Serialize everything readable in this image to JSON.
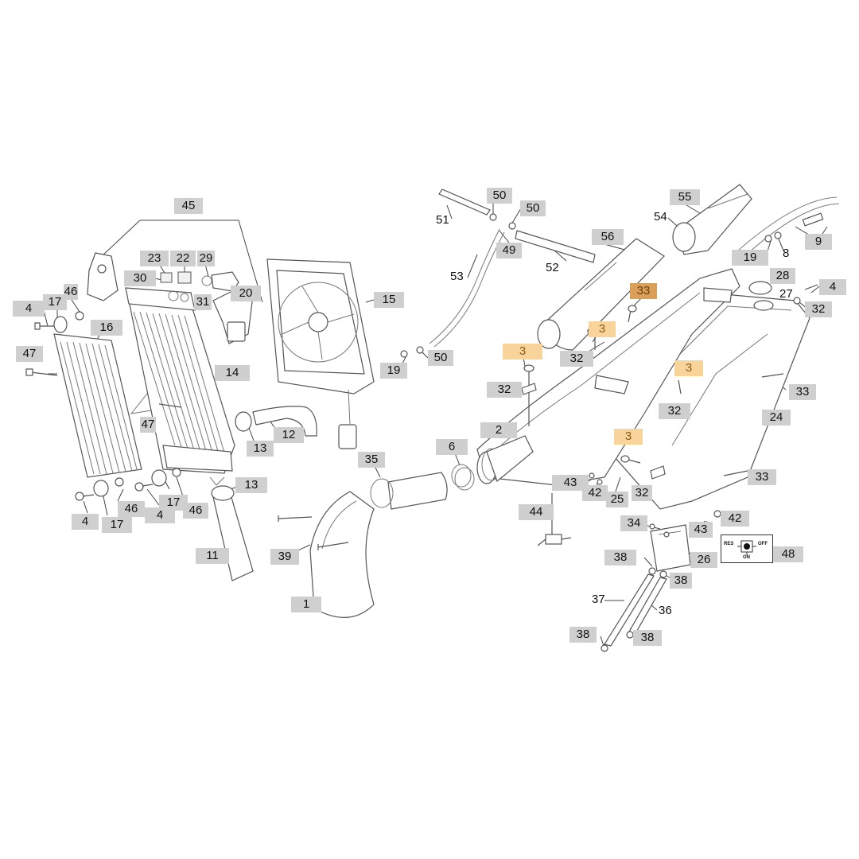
{
  "callouts": [
    {
      "id": "45",
      "text": "45"
    },
    {
      "id": "23",
      "text": "23"
    },
    {
      "id": "22",
      "text": "22"
    },
    {
      "id": "29",
      "text": "29"
    },
    {
      "id": "30",
      "text": "30"
    },
    {
      "id": "31",
      "text": "31"
    },
    {
      "id": "20",
      "text": "20"
    },
    {
      "id": "46a",
      "text": "46"
    },
    {
      "id": "4a",
      "text": "4"
    },
    {
      "id": "17a",
      "text": "17"
    },
    {
      "id": "16",
      "text": "16"
    },
    {
      "id": "47a",
      "text": "47"
    },
    {
      "id": "47b",
      "text": "47"
    },
    {
      "id": "14",
      "text": "14"
    },
    {
      "id": "15",
      "text": "15"
    },
    {
      "id": "12",
      "text": "12"
    },
    {
      "id": "13a",
      "text": "13"
    },
    {
      "id": "13b",
      "text": "13"
    },
    {
      "id": "4b",
      "text": "4"
    },
    {
      "id": "17b",
      "text": "17"
    },
    {
      "id": "46b",
      "text": "46"
    },
    {
      "id": "17c",
      "text": "17"
    },
    {
      "id": "4c",
      "text": "4"
    },
    {
      "id": "46c",
      "text": "46"
    },
    {
      "id": "11",
      "text": "11"
    },
    {
      "id": "35",
      "text": "35"
    },
    {
      "id": "39",
      "text": "39"
    },
    {
      "id": "1",
      "text": "1"
    },
    {
      "id": "50a",
      "text": "50"
    },
    {
      "id": "50b",
      "text": "50"
    },
    {
      "id": "49",
      "text": "49"
    },
    {
      "id": "52",
      "text": "52"
    },
    {
      "id": "50c",
      "text": "50"
    },
    {
      "id": "19a",
      "text": "19"
    },
    {
      "id": "56",
      "text": "56"
    },
    {
      "id": "55",
      "text": "55"
    },
    {
      "id": "54",
      "text": "54"
    },
    {
      "id": "19b",
      "text": "19"
    },
    {
      "id": "8",
      "text": "8"
    },
    {
      "id": "9",
      "text": "9"
    },
    {
      "id": "33a",
      "text": "33"
    },
    {
      "id": "28",
      "text": "28"
    },
    {
      "id": "4d",
      "text": "4"
    },
    {
      "id": "27",
      "text": "27"
    },
    {
      "id": "32a",
      "text": "32"
    },
    {
      "id": "3a",
      "text": "3"
    },
    {
      "id": "32b",
      "text": "32"
    },
    {
      "id": "3b",
      "text": "3"
    },
    {
      "id": "32c",
      "text": "32"
    },
    {
      "id": "3c",
      "text": "3"
    },
    {
      "id": "33b",
      "text": "33"
    },
    {
      "id": "32d",
      "text": "32"
    },
    {
      "id": "24",
      "text": "24"
    },
    {
      "id": "2",
      "text": "2"
    },
    {
      "id": "6",
      "text": "6"
    },
    {
      "id": "3d",
      "text": "3"
    },
    {
      "id": "43a",
      "text": "43"
    },
    {
      "id": "42a",
      "text": "42"
    },
    {
      "id": "25",
      "text": "25"
    },
    {
      "id": "32e",
      "text": "32"
    },
    {
      "id": "33c",
      "text": "33"
    },
    {
      "id": "44",
      "text": "44"
    },
    {
      "id": "34",
      "text": "34"
    },
    {
      "id": "43b",
      "text": "43"
    },
    {
      "id": "42b",
      "text": "42"
    },
    {
      "id": "48",
      "text": "48"
    },
    {
      "id": "26",
      "text": "26"
    },
    {
      "id": "38a",
      "text": "38"
    },
    {
      "id": "38b",
      "text": "38"
    },
    {
      "id": "36",
      "text": "36"
    },
    {
      "id": "38c",
      "text": "38"
    },
    {
      "id": "38d",
      "text": "38"
    }
  ],
  "plain_labels": {
    "51": "51",
    "53": "53",
    "37": "37"
  },
  "switch_legend": {
    "res": "RES",
    "off": "OFF",
    "on": "ON"
  },
  "colors": {
    "callout_bg": "#cfcfcf",
    "highlight_bg": "#f8d49a",
    "highlight_strong_bg": "#d9a05a"
  }
}
